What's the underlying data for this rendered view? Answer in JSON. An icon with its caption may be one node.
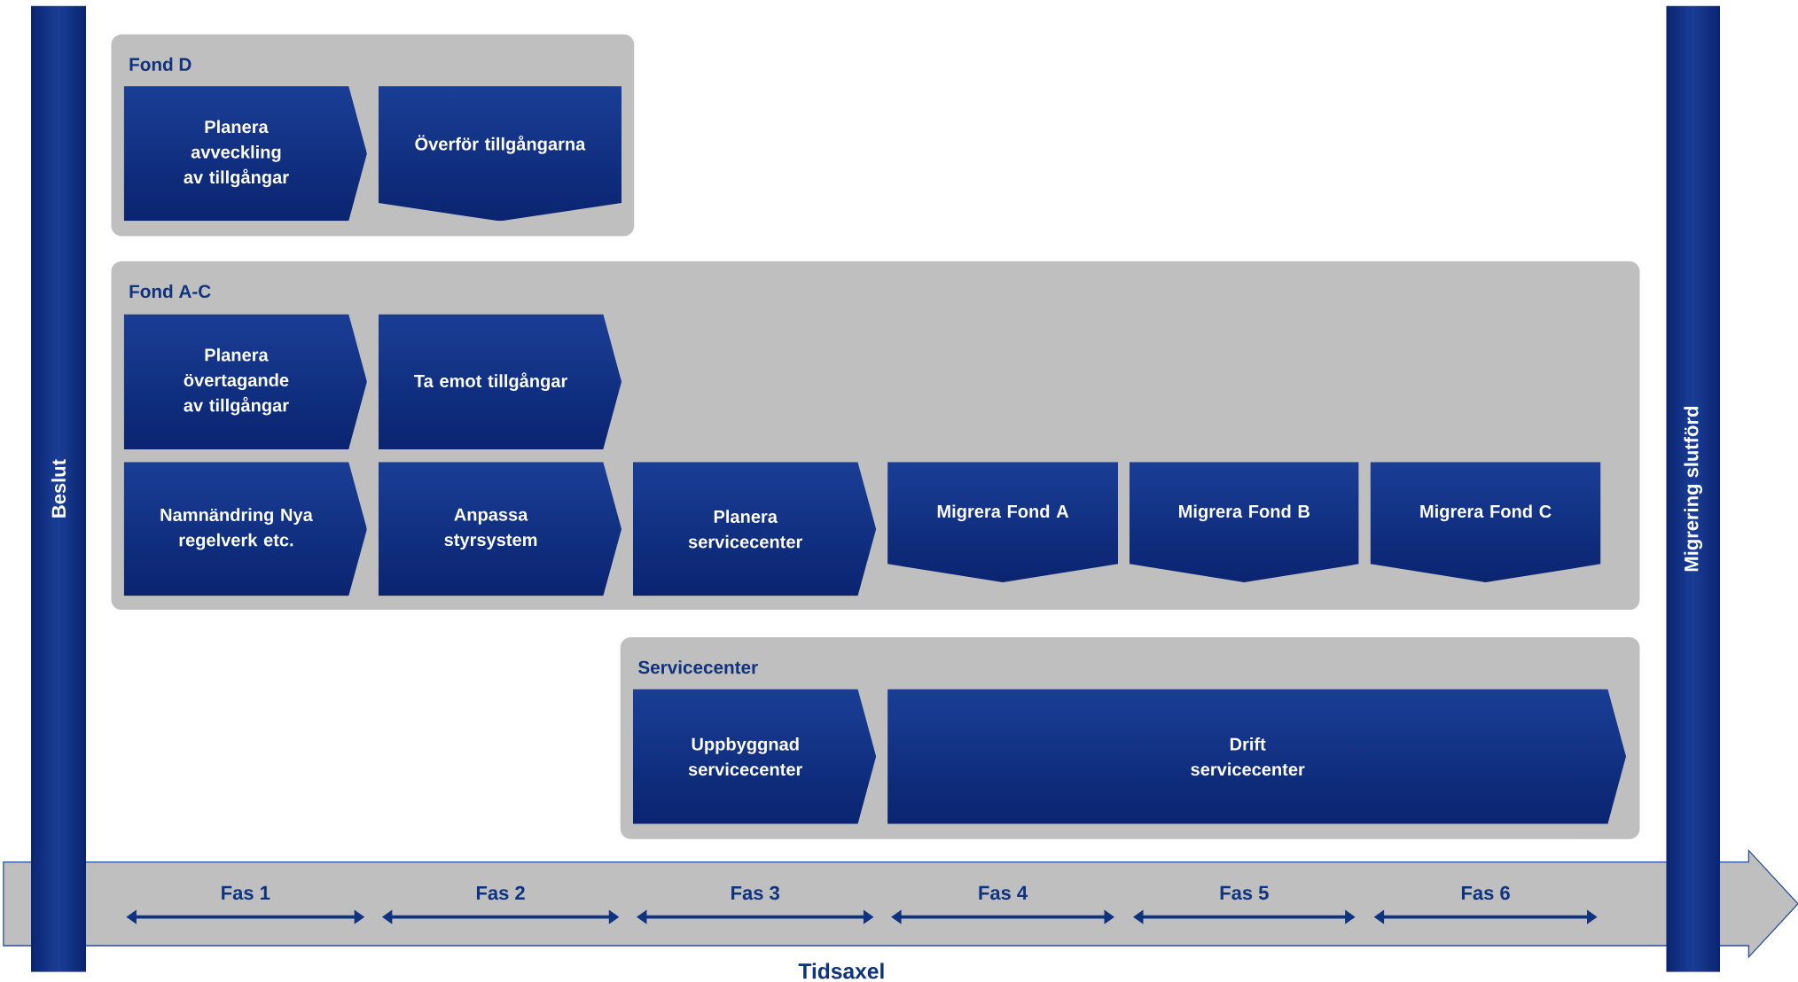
{
  "diagram": {
    "nodes": [
      {
        "text": [
          "Beslut"
        ]
      },
      {
        "text": [
          "Migrering slutförd"
        ]
      },
      {
        "text": [
          "Fond D"
        ]
      },
      {
        "text": [
          "Planera avveckling av tillgångar"
        ],
        "in": 2
      },
      {
        "text": [
          "Överför tillgångarna"
        ],
        "in": 2
      },
      {
        "text": [
          "Fond A-C"
        ]
      },
      {
        "text": [
          "Planera övertagande av tillgångar"
        ],
        "in": 5
      },
      {
        "text": [
          "Ta emot tillgångar"
        ],
        "in": 5
      },
      {
        "text": [
          "Namnändring Nya regelverk etc."
        ],
        "in": 5
      },
      {
        "text": [
          "Anpassa styrsystem"
        ],
        "in": 5
      },
      {
        "text": [
          "Planera servicecenter"
        ],
        "in": 5
      },
      {
        "text": [
          "Migrera Fond A"
        ],
        "in": 5
      },
      {
        "text": [
          "Migrera Fond B"
        ],
        "in": 5
      },
      {
        "text": [
          "Migrera Fond C"
        ],
        "in": 5
      },
      {
        "text": [
          "Servicecenter"
        ]
      },
      {
        "text": [
          "Uppbyggnad servicecenter"
        ],
        "in": 14
      },
      {
        "text": [
          "Drift servicecenter"
        ],
        "in": 14
      },
      {
        "text": [
          "Fas 1",
          "Fas 2",
          "Fas 3",
          "Fas 4",
          "Fas 5",
          "Fas 6"
        ],
        "beside": [
          "Tidsaxel"
        ]
      }
    ]
  }
}
